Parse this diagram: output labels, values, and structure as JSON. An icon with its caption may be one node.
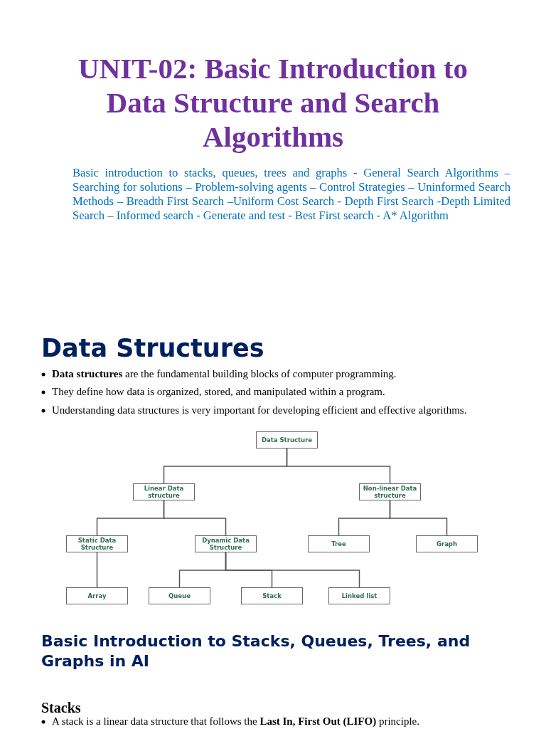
{
  "diagram": {
    "title": "UNIT-02: Basic Introduction to Data Structure and Search Algorithms",
    "nodes": [
      {
        "text": [
          "Data Structure"
        ]
      },
      {
        "text": [
          "Linear Data structure"
        ]
      },
      {
        "text": [
          "Non-linear Data structure"
        ]
      },
      {
        "text": [
          "Static Data Structure"
        ]
      },
      {
        "text": [
          "Dynamic Data Structure"
        ]
      },
      {
        "text": [
          "Tree"
        ]
      },
      {
        "text": [
          "Graph"
        ]
      },
      {
        "text": [
          "Array"
        ]
      },
      {
        "text": [
          "Queue"
        ]
      },
      {
        "text": [
          "Stack"
        ]
      },
      {
        "text": [
          "Linked list"
        ]
      }
    ],
    "edges": [
      {
        "from": 0,
        "to": 1,
        "arrow": "none"
      },
      {
        "from": 0,
        "to": 2,
        "arrow": "none"
      },
      {
        "from": 1,
        "to": 3,
        "arrow": "none"
      },
      {
        "from": 1,
        "to": 4,
        "arrow": "none"
      },
      {
        "from": 2,
        "to": 5,
        "arrow": "none"
      },
      {
        "from": 2,
        "to": 6,
        "arrow": "none"
      },
      {
        "from": 3,
        "to": 7,
        "arrow": "none"
      },
      {
        "from": 4,
        "to": 8,
        "arrow": "none"
      },
      {
        "from": 4,
        "to": 9,
        "arrow": "none"
      },
      {
        "from": 4,
        "to": 10,
        "arrow": "none"
      }
    ],
    "labels": [
      "Basic introduction to stacks, queues, trees and graphs - General Search Algorithms – Searching for solutions – Problem-solving agents – Control Strategies – Uninformed Search Methods – Breadth First Search –Uniform Cost Search - Depth First Search -Depth Limited Search – Informed search - Generate and test - Best First search - A* Algorithm",
      "Data Structures",
      "**Data structures** are the fundamental building blocks of computer programming.",
      "They define how data is organized, stored, and manipulated within a program.",
      "Understanding data structures is very important for developing efficient and effective algorithms.",
      "Basic Introduction to Stacks, Queues, Trees, and Graphs in AI",
      "Stacks",
      "A stack is a linear data structure that follows the **Last In, First Out (LIFO)** principle."
    ]
  }
}
